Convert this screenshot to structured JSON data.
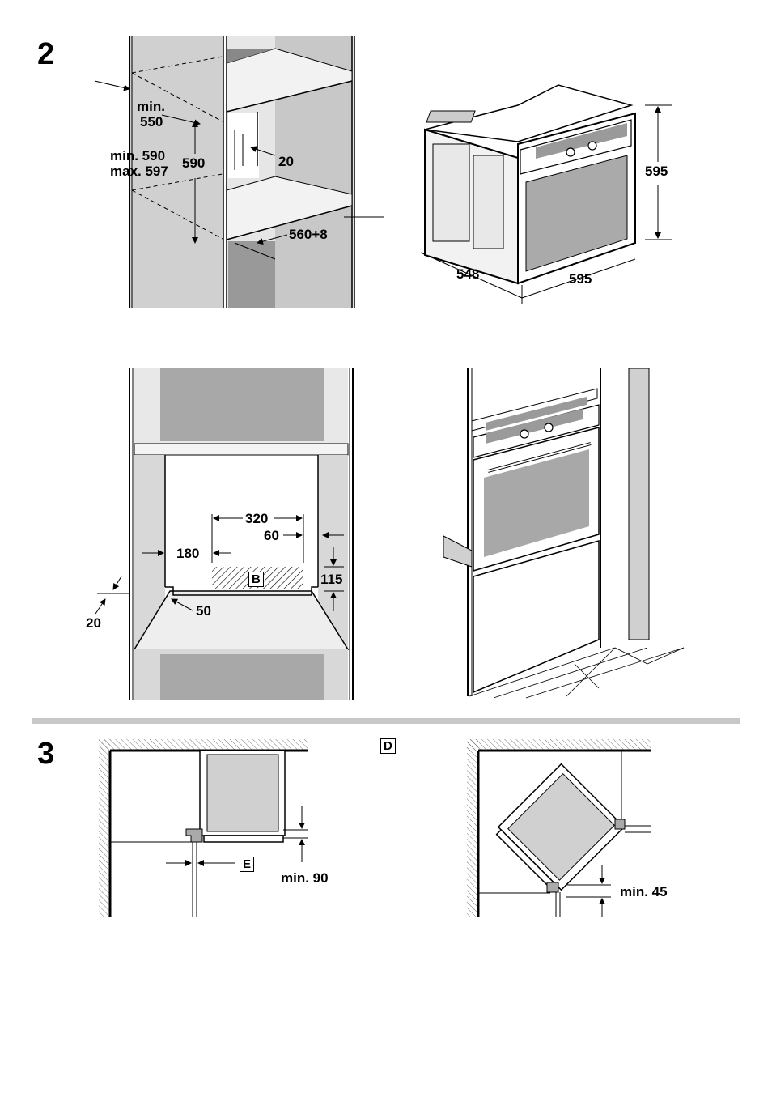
{
  "sections": [
    {
      "number": "2"
    },
    {
      "number": "3"
    }
  ],
  "fig2": {
    "niche_top": {
      "min550_line1": "min.",
      "min550_line2": "550",
      "min590": "min.  590",
      "max597": "max. 597",
      "d590": "590",
      "d20": "20",
      "d560": "560+8"
    },
    "oven": {
      "height": "595",
      "depth": "548",
      "width": "595"
    },
    "niche_front": {
      "d320": "320",
      "d60": "60",
      "d180": "180",
      "d115": "115",
      "d20": "20",
      "d50": "50",
      "marker_b": "B"
    }
  },
  "fig3": {
    "marker_d": "D",
    "marker_e": "E",
    "min90": "min. 90",
    "min45": "min. 45"
  }
}
